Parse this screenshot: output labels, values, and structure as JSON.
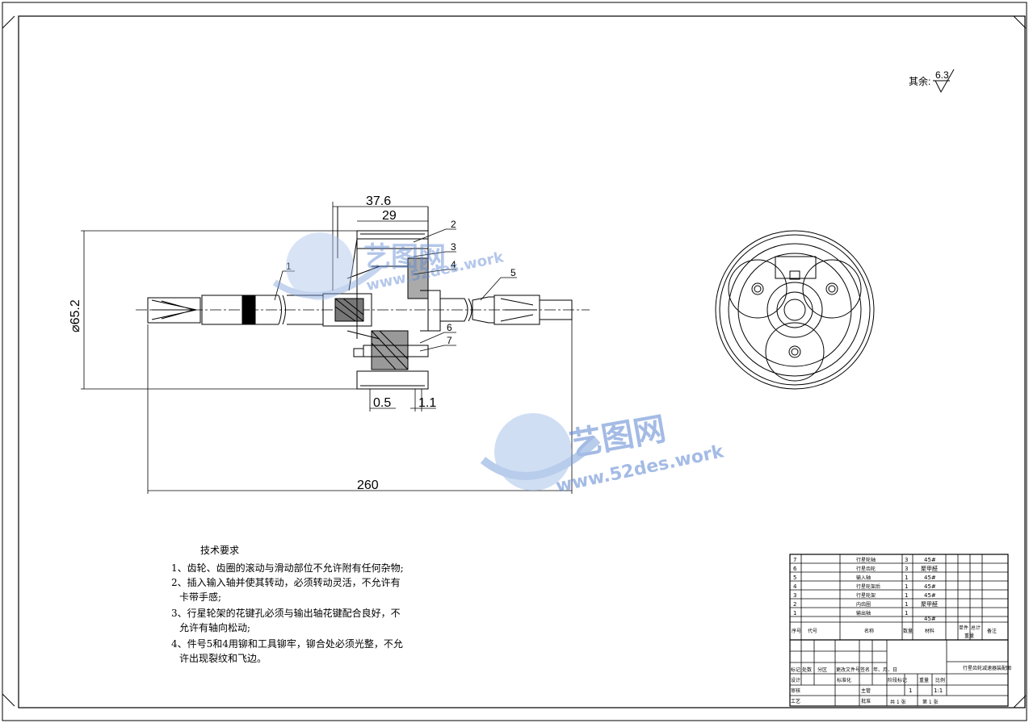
{
  "roughness": {
    "label": "其余:",
    "value": "6.3"
  },
  "dimensions": {
    "d1": "37.6",
    "d2": "29",
    "d3": "0.5",
    "d4": "1.1",
    "d5": "260",
    "d6": "⌀65.2"
  },
  "part_labels": [
    "1",
    "2",
    "3",
    "4",
    "5",
    "6",
    "7"
  ],
  "requirements": {
    "title": "技术要求",
    "lines": [
      "1、齿轮、齿圈的滚动与滑动部位不允许附有任何杂物;",
      "2、插入输入轴并使其转动，必须转动灵活，不允许有",
      "卡带手感;",
      "3、行星轮架的花键孔必须与输出轴花键配合良好，不",
      "允许有轴向松动;",
      "4、件号5和4用铆和工具铆牢，铆合处必须光整，不允",
      "许出现裂纹和飞边。"
    ]
  },
  "bom": [
    {
      "no": "7",
      "name": "行星轮轴",
      "qty": "3",
      "mat": "45#"
    },
    {
      "no": "6",
      "name": "行星齿轮",
      "qty": "3",
      "mat": "聚甲醛"
    },
    {
      "no": "5",
      "name": "输入轴",
      "qty": "1",
      "mat": "45#"
    },
    {
      "no": "4",
      "name": "行星轮架后",
      "qty": "1",
      "mat": "45#"
    },
    {
      "no": "3",
      "name": "行星轮架",
      "qty": "1",
      "mat": "45#"
    },
    {
      "no": "2",
      "name": "内齿圈",
      "qty": "1",
      "mat": "聚甲醛"
    },
    {
      "no": "1",
      "name": "输出轴",
      "qty": "1",
      "mat": "45#"
    }
  ],
  "bom_header": {
    "no": "序号",
    "code": "代号",
    "name": "名称",
    "qty": "数量",
    "mat": "材料",
    "unit_wt": "单件",
    "total_wt": "总计",
    "weight": "重量",
    "note": "备注"
  },
  "title_block": {
    "drawing_title": "行星齿轮减速器装配图",
    "scale_label": "比例",
    "scale": "1:1",
    "qty_one": "1",
    "sheets_total": "共 1 张",
    "sheet_no": "第 1 张",
    "design": "设计",
    "check": "审核",
    "process": "工艺",
    "approve": "批准",
    "std": "标准化",
    "mark": "标记",
    "count": "处数",
    "zone": "分区",
    "doc": "更改文件号",
    "sign": "签名",
    "date": "年、月、日",
    "stage": "阶段标记",
    "weight": "重量",
    "main_designer": "主管"
  },
  "watermark": {
    "brand": "艺图网",
    "url": "www.52des.work"
  }
}
